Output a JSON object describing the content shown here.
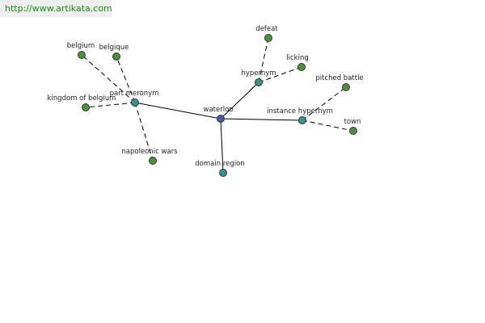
{
  "header": {
    "url": "http://www.artikata.com"
  },
  "colors": {
    "center": "#4a5aa8",
    "relation": "#3d8f8f",
    "leaf": "#4f8f3f",
    "stroke": "#2b3b2b"
  },
  "graph": {
    "nodes": [
      {
        "id": "waterloo",
        "label": "waterloo",
        "kind": "center"
      },
      {
        "id": "part-meronym",
        "label": "part meronym",
        "kind": "relation"
      },
      {
        "id": "hypernym",
        "label": "hypernym",
        "kind": "relation"
      },
      {
        "id": "instance-hypernym",
        "label": "instance hypernym",
        "kind": "relation"
      },
      {
        "id": "domain-region",
        "label": "domain region",
        "kind": "relation"
      },
      {
        "id": "belgium",
        "label": "belgium",
        "kind": "leaf"
      },
      {
        "id": "belgique",
        "label": "belgique",
        "kind": "leaf"
      },
      {
        "id": "kingdom-of-belgium",
        "label": "kingdom of belgium",
        "kind": "leaf"
      },
      {
        "id": "napoleonic-wars",
        "label": "napoleonic wars",
        "kind": "leaf"
      },
      {
        "id": "defeat",
        "label": "defeat",
        "kind": "leaf"
      },
      {
        "id": "licking",
        "label": "licking",
        "kind": "leaf"
      },
      {
        "id": "pitched-battle",
        "label": "pitched battle",
        "kind": "leaf"
      },
      {
        "id": "town",
        "label": "town",
        "kind": "leaf"
      }
    ],
    "edges": [
      {
        "from": "waterloo",
        "to": "part-meronym",
        "style": "solid"
      },
      {
        "from": "waterloo",
        "to": "hypernym",
        "style": "solid"
      },
      {
        "from": "waterloo",
        "to": "instance-hypernym",
        "style": "solid"
      },
      {
        "from": "waterloo",
        "to": "domain-region",
        "style": "solid"
      },
      {
        "from": "part-meronym",
        "to": "belgium",
        "style": "dashed"
      },
      {
        "from": "part-meronym",
        "to": "belgique",
        "style": "dashed"
      },
      {
        "from": "part-meronym",
        "to": "kingdom-of-belgium",
        "style": "dashed"
      },
      {
        "from": "part-meronym",
        "to": "napoleonic-wars",
        "style": "dashed"
      },
      {
        "from": "hypernym",
        "to": "defeat",
        "style": "dashed"
      },
      {
        "from": "hypernym",
        "to": "licking",
        "style": "dashed"
      },
      {
        "from": "instance-hypernym",
        "to": "pitched-battle",
        "style": "dashed"
      },
      {
        "from": "instance-hypernym",
        "to": "town",
        "style": "dashed"
      }
    ]
  }
}
